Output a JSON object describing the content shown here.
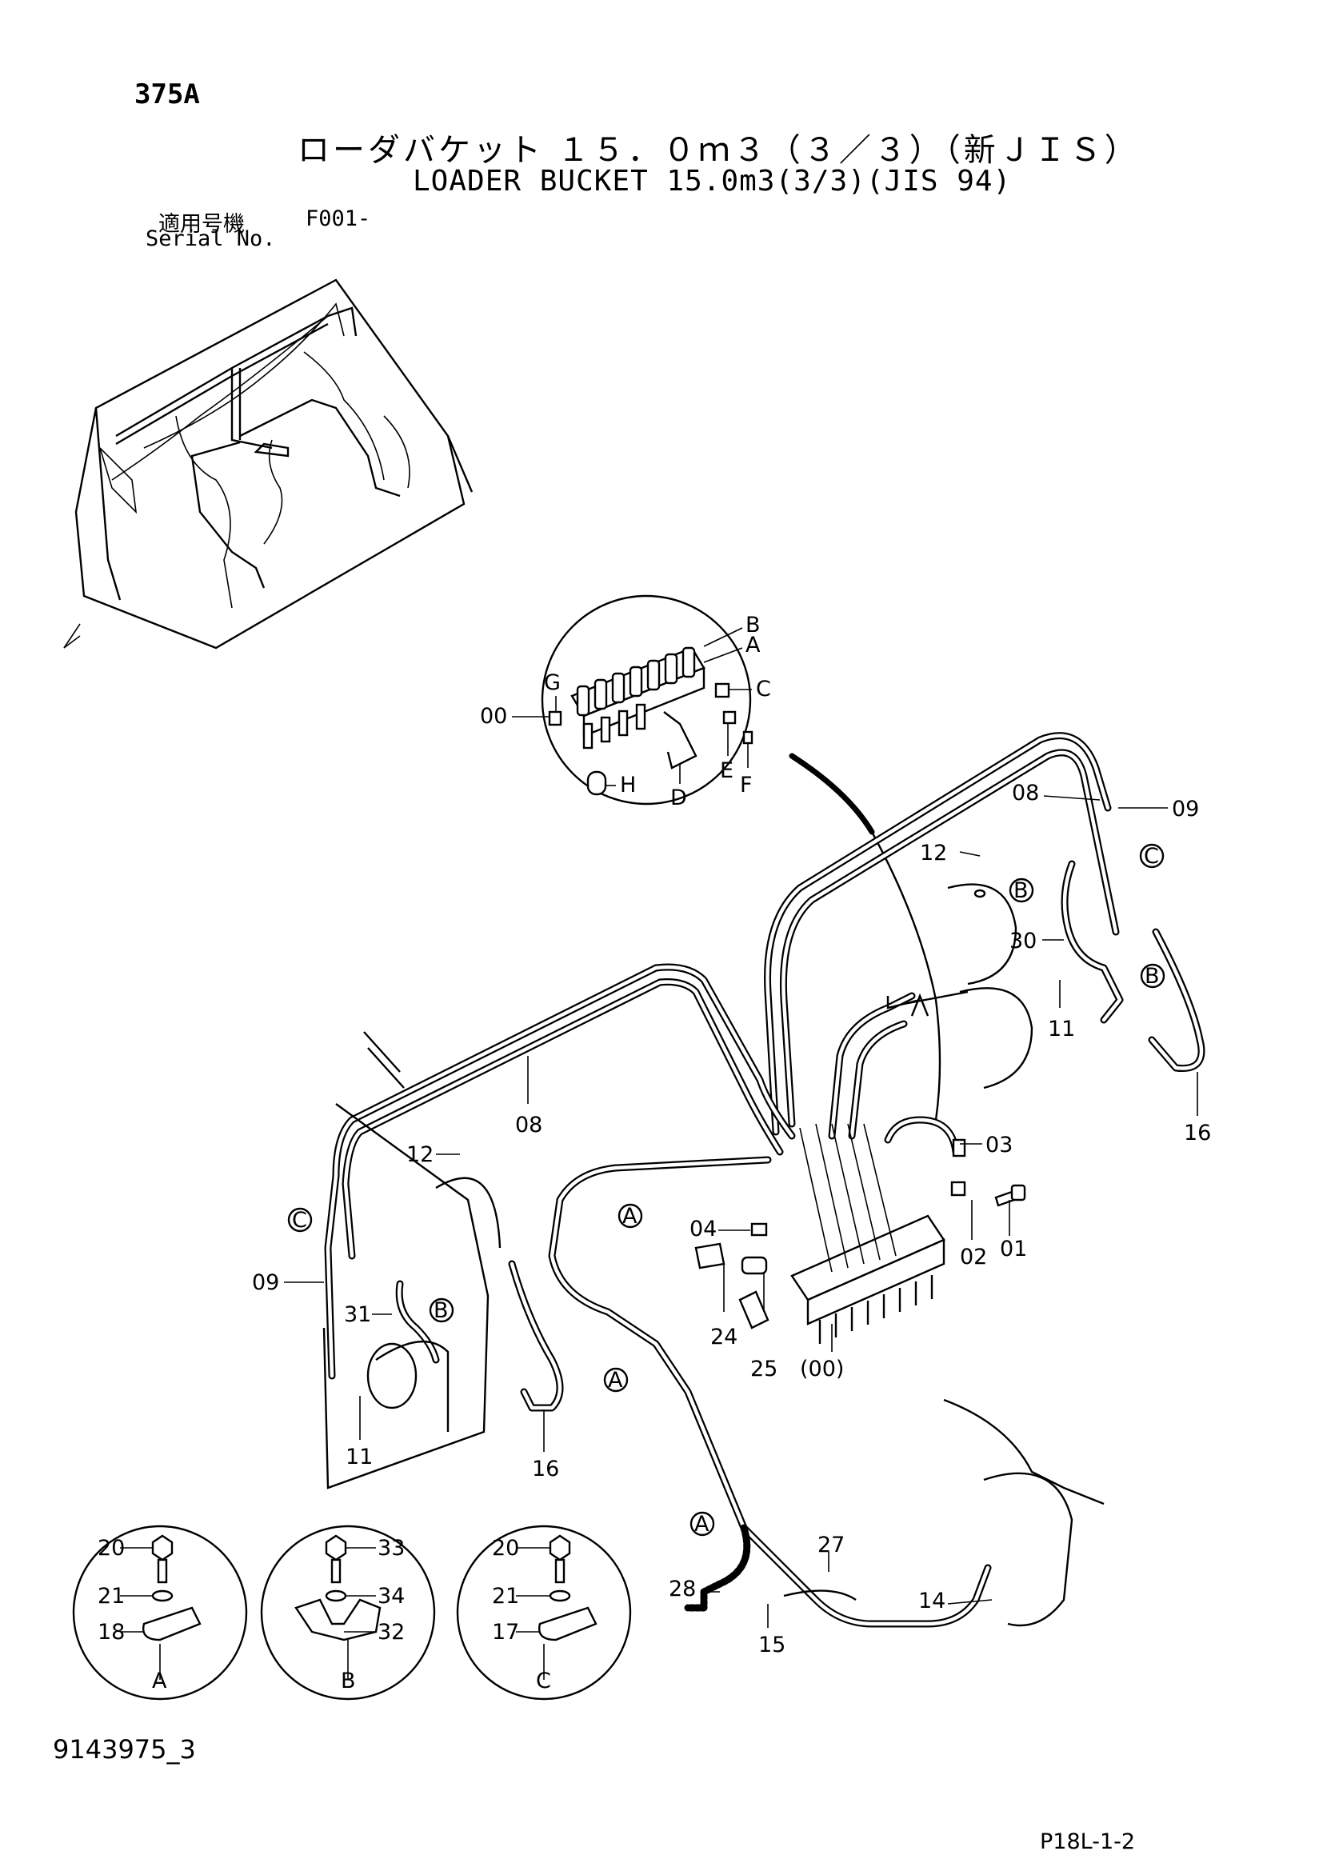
{
  "header": {
    "page_code": "375A",
    "title_jp": "ローダバケット １５．０ｍ３（３／３）（新ＪＩＳ）",
    "title_en": "LOADER BUCKET 15.0m3(3/3)(JIS 94)",
    "serial_label_jp": "適用号機",
    "serial_value": "F001-",
    "serial_label_en": "Serial No."
  },
  "footer": {
    "drawing_number": "9143975_3",
    "sheet_ref": "P18L-1-2"
  },
  "callouts": {
    "p00": "00",
    "p00b": "(00)",
    "p01": "01",
    "p02": "02",
    "p03": "03",
    "p04": "04",
    "p08a": "08",
    "p08b": "08",
    "p09a": "09",
    "p09b": "09",
    "p11a": "11",
    "p11b": "11",
    "p12a": "12",
    "p12b": "12",
    "p14": "14",
    "p15": "15",
    "p16a": "16",
    "p16b": "16",
    "p17": "17",
    "p18": "18",
    "p20a": "20",
    "p20b": "20",
    "p21a": "21",
    "p21b": "21",
    "p24": "24",
    "p25": "25",
    "p27": "27",
    "p28": "28",
    "p30": "30",
    "p31": "31",
    "p32": "32",
    "p33": "33",
    "p34": "34"
  },
  "detail_letters": {
    "A": "A",
    "B": "B",
    "C": "C",
    "D": "D",
    "E": "E",
    "F": "F",
    "G": "G",
    "H": "H"
  },
  "inset_labels": {
    "a": "A",
    "b": "B",
    "c": "C"
  }
}
